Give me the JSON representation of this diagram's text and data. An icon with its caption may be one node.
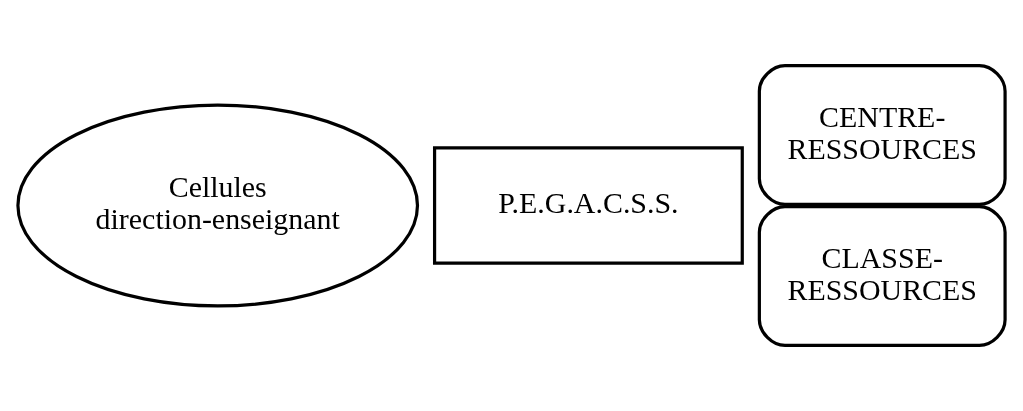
{
  "diagram": {
    "nodes": [
      {
        "text": [
          "Cellules direction-enseignant"
        ]
      },
      {
        "text": [
          "P.E.G.A.C.S.S."
        ]
      },
      {
        "text": [
          "CENTRE- RESSOURCES"
        ]
      },
      {
        "text": [
          "CLASSE- RESSOURCES"
        ]
      }
    ]
  }
}
